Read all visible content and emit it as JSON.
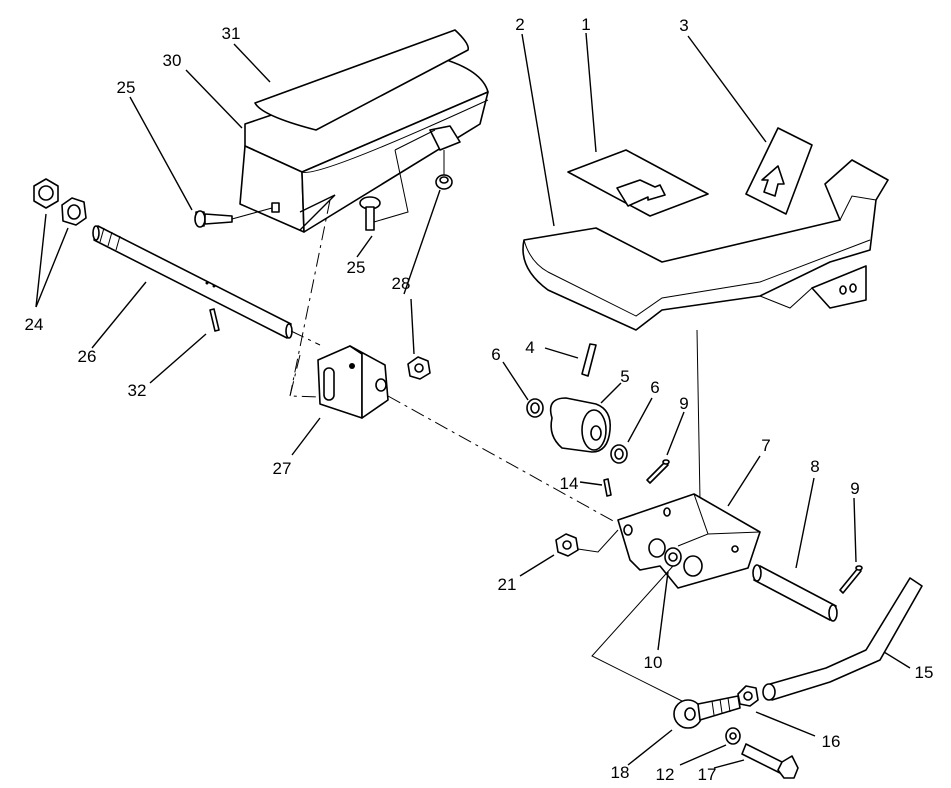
{
  "figure": {
    "callouts": [
      {
        "id": "c31",
        "text": "31"
      },
      {
        "id": "c30",
        "text": "30"
      },
      {
        "id": "c25a",
        "text": "25"
      },
      {
        "id": "c25b",
        "text": "25"
      },
      {
        "id": "c28",
        "text": "28"
      },
      {
        "id": "c24",
        "text": "24"
      },
      {
        "id": "c26",
        "text": "26"
      },
      {
        "id": "c32",
        "text": "32"
      },
      {
        "id": "c27",
        "text": "27"
      },
      {
        "id": "c2",
        "text": "2"
      },
      {
        "id": "c1",
        "text": "1"
      },
      {
        "id": "c3",
        "text": "3"
      },
      {
        "id": "c6a",
        "text": "6"
      },
      {
        "id": "c4",
        "text": "4"
      },
      {
        "id": "c5",
        "text": "5"
      },
      {
        "id": "c6b",
        "text": "6"
      },
      {
        "id": "c9a",
        "text": "9"
      },
      {
        "id": "c7",
        "text": "7"
      },
      {
        "id": "c8",
        "text": "8"
      },
      {
        "id": "c9b",
        "text": "9"
      },
      {
        "id": "c14",
        "text": "14"
      },
      {
        "id": "c21",
        "text": "21"
      },
      {
        "id": "c10",
        "text": "10"
      },
      {
        "id": "c15",
        "text": "15"
      },
      {
        "id": "c16",
        "text": "16"
      },
      {
        "id": "c18",
        "text": "18"
      },
      {
        "id": "c12",
        "text": "12"
      },
      {
        "id": "c17",
        "text": "17"
      }
    ]
  }
}
